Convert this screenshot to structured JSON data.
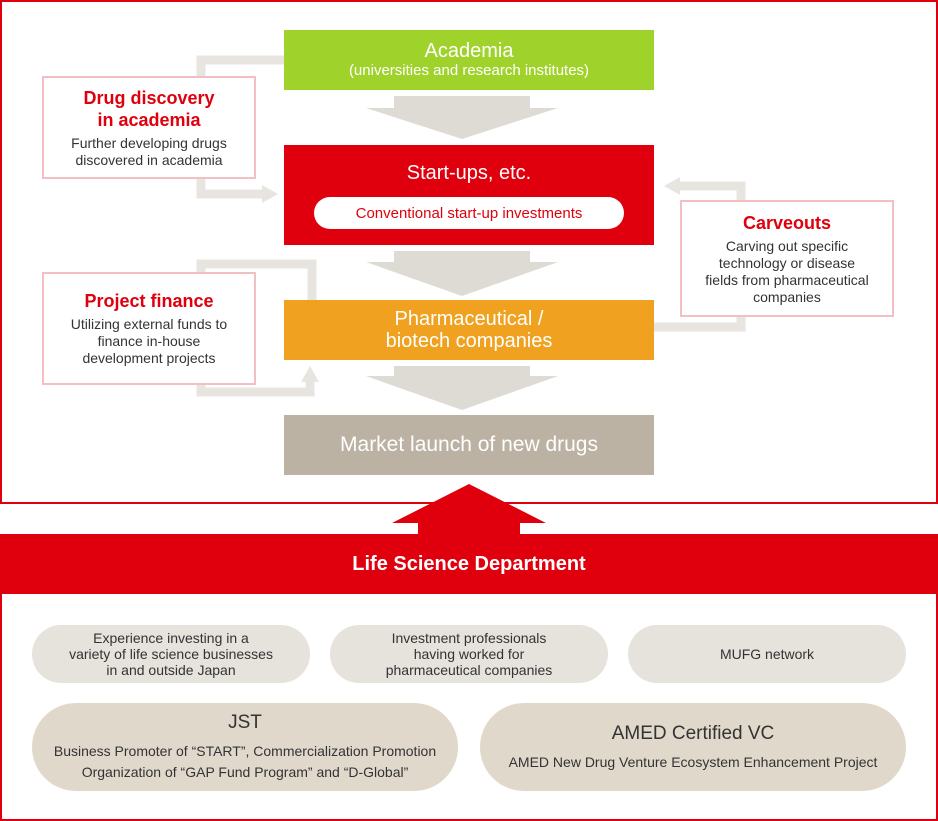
{
  "academia": {
    "title": "Academia",
    "subtitle": "(universities and research institutes)"
  },
  "startups": {
    "title": "Start-ups, etc.",
    "pill": "Conventional start-up investments"
  },
  "pharma": {
    "line1": "Pharmaceutical /",
    "line2": "biotech companies"
  },
  "market": {
    "title": "Market launch of new drugs"
  },
  "drug_discovery": {
    "title_line1": "Drug discovery",
    "title_line2": "in academia",
    "desc_line1": "Further developing drugs",
    "desc_line2": "discovered in academia"
  },
  "project_finance": {
    "title": "Project finance",
    "desc_line1": "Utilizing external funds to",
    "desc_line2": "finance in-house",
    "desc_line3": "development projects"
  },
  "carveouts": {
    "title": "Carveouts",
    "desc_line1": "Carving out specific",
    "desc_line2": "technology or disease",
    "desc_line3": "fields from pharmaceutical",
    "desc_line4": "companies"
  },
  "department": {
    "title": "Life Science Department"
  },
  "strengths": [
    {
      "line1": "Experience investing in a",
      "line2": "variety of life science businesses",
      "line3": "in and outside Japan"
    },
    {
      "line1": "Investment professionals",
      "line2": "having worked for",
      "line3": "pharmaceutical companies"
    },
    {
      "line1": "MUFG network"
    }
  ],
  "jst": {
    "title": "JST",
    "desc_line1": "Business Promoter of “START”, Commercialization Promotion",
    "desc_line2": "Organization of “GAP Fund Program” and “D-Global”"
  },
  "amed": {
    "title": "AMED Certified VC",
    "desc": "AMED New Drug Venture Ecosystem Enhancement Project"
  },
  "colors": {
    "red": "#e0000d",
    "green": "#9fd32c",
    "orange": "#efa11f",
    "taupe": "#bcb2a3",
    "light_pink_border": "#f2c0c3",
    "connector_gray": "#e8e5e0"
  }
}
